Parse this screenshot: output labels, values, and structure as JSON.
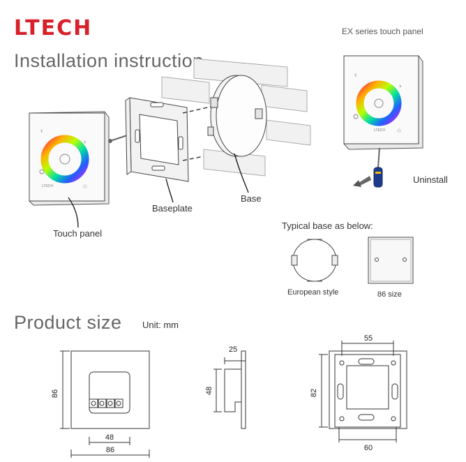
{
  "brand": "LTECH",
  "model": "EX series touch panel",
  "installation": {
    "title": "Installation instruction",
    "labels": {
      "touch_panel": "Touch panel",
      "baseplate": "Baseplate",
      "base": "Base",
      "uninstall": "Uninstall",
      "typical_base": "Typical base as below:",
      "european_style": "European style",
      "size_86": "86 size"
    },
    "panel_logo": "LTECH"
  },
  "product_size": {
    "title": "Product size",
    "unit": "Unit: mm",
    "front": {
      "height": "86",
      "inner_width": "48",
      "width": "86"
    },
    "side": {
      "depth": "25",
      "body_height": "48"
    },
    "back": {
      "hole_width": "55",
      "height": "82",
      "width": "60"
    }
  },
  "colors": {
    "brand_red": "#d8202a",
    "screwdriver": "#1f3a8a"
  }
}
